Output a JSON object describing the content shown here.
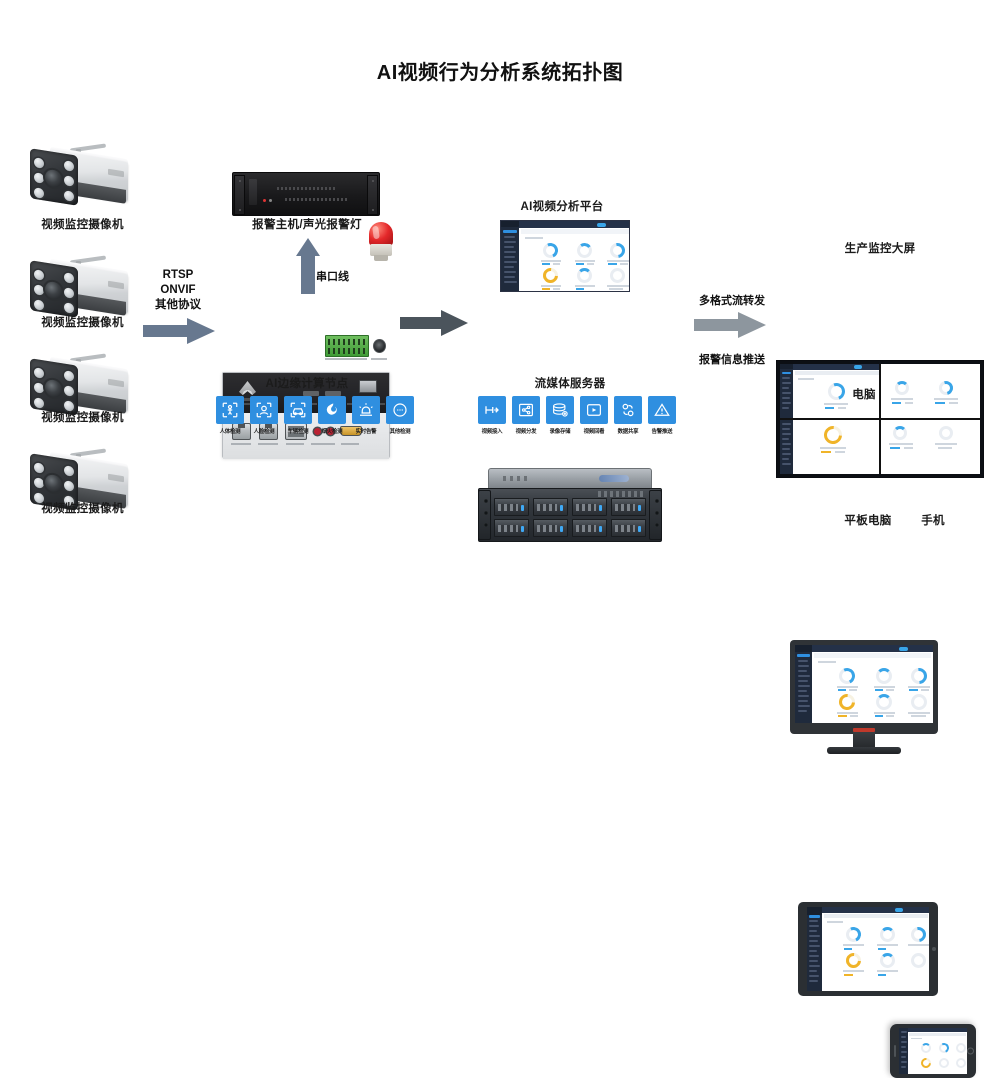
{
  "page": {
    "title": "AI视频行为分析系统拓扑图",
    "background": "#ffffff"
  },
  "colors": {
    "accent_blue": "#2b8ade",
    "tile_blue": "#2f8fe0",
    "arrow_gray_blue": "#67788f",
    "arrow_slate": "#4b545c",
    "alarm_red": "#e4282a",
    "gauge_blue": "#39a5e8",
    "gauge_yellow": "#f0b429",
    "dash_sidebar": "#1f2a3c",
    "text": "#1a1a1a"
  },
  "cameras": {
    "label": "视频监控摄像机",
    "items": [
      {
        "label": "视频监控摄像机"
      },
      {
        "label": "视频监控摄像机"
      },
      {
        "label": "视频监控摄像机"
      },
      {
        "label": "视频监控摄像机"
      }
    ]
  },
  "protocol_arrow": {
    "lines": [
      "RTSP",
      "ONVIF",
      "其他协议"
    ],
    "line1": "RTSP",
    "line2": "ONVIF",
    "line3": "其他协议",
    "icon": "arrow-right-icon"
  },
  "alarm": {
    "label": "报警主机/声光报警灯",
    "host_name": "报警主机",
    "strobe_name": "声光报警灯",
    "link_label": "串口线",
    "link_icon": "arrow-up-icon"
  },
  "edge_node": {
    "label": "AI边缘计算节点",
    "features": [
      {
        "label": "人体检测",
        "icon": "human-body-detect-icon"
      },
      {
        "label": "人脸检测",
        "icon": "face-detect-icon"
      },
      {
        "label": "车辆检测",
        "icon": "vehicle-detect-icon"
      },
      {
        "label": "烟火检测",
        "icon": "fire-smoke-detect-icon"
      },
      {
        "label": "实时告警",
        "icon": "realtime-alarm-icon"
      },
      {
        "label": "其他检测",
        "icon": "other-detect-icon"
      }
    ]
  },
  "edge_to_server_arrow": {
    "icon": "arrow-right-icon",
    "label": ""
  },
  "platform": {
    "label": "AI视频分析平台",
    "screen_name": "ai-video-analysis-dashboard"
  },
  "stream_server": {
    "label": "流媒体服务器",
    "features": [
      {
        "label": "视频接入",
        "icon": "video-ingest-icon"
      },
      {
        "label": "视频分发",
        "icon": "video-distribute-icon"
      },
      {
        "label": "录像存储",
        "icon": "record-storage-icon"
      },
      {
        "label": "视频回看",
        "icon": "video-playback-icon"
      },
      {
        "label": "数据共享",
        "icon": "data-share-icon"
      },
      {
        "label": "告警推送",
        "icon": "alarm-push-icon"
      }
    ]
  },
  "output_arrow": {
    "top_label": "多格式流转发",
    "bottom_label": "报警信息推送",
    "icon": "arrow-right-icon"
  },
  "clients": [
    {
      "label": "生产监控大屏",
      "name": "video-wall"
    },
    {
      "label": "电脑",
      "name": "desktop-computer"
    },
    {
      "label": "平板电脑",
      "name": "tablet"
    },
    {
      "label": "手机",
      "name": "smartphone"
    }
  ],
  "video_wall": {
    "label": "生产监控大屏",
    "cells": 4
  },
  "computer": {
    "label": "电脑"
  },
  "tablet": {
    "label": "平板电脑"
  },
  "phone": {
    "label": "手机"
  }
}
